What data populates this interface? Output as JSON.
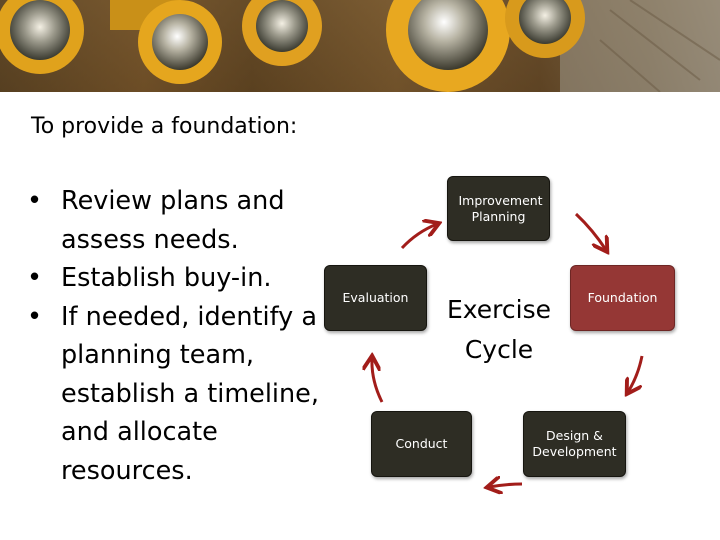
{
  "header": {
    "image": "mining-helmet-lamps-photo"
  },
  "heading": "To provide a foundation:",
  "bullets": [
    {
      "marker": "•",
      "text": "Review plans and assess needs."
    },
    {
      "marker": "•",
      "text": "Establish buy-in."
    },
    {
      "marker": "•",
      "text": "If needed, identify a planning team, establish a timeline, and allocate resources."
    }
  ],
  "cycle": {
    "center_title": "Exercise Cycle",
    "steps": [
      {
        "label": "Improvement Planning",
        "highlighted": false
      },
      {
        "label": "Foundation",
        "highlighted": true
      },
      {
        "label": "Design & Development",
        "highlighted": false
      },
      {
        "label": "Conduct",
        "highlighted": false
      },
      {
        "label": "Evaluation",
        "highlighted": false
      }
    ],
    "colors": {
      "step_fill": "#2e2d24",
      "highlight_fill": "#953735",
      "arrow": "#a21d1a"
    }
  }
}
